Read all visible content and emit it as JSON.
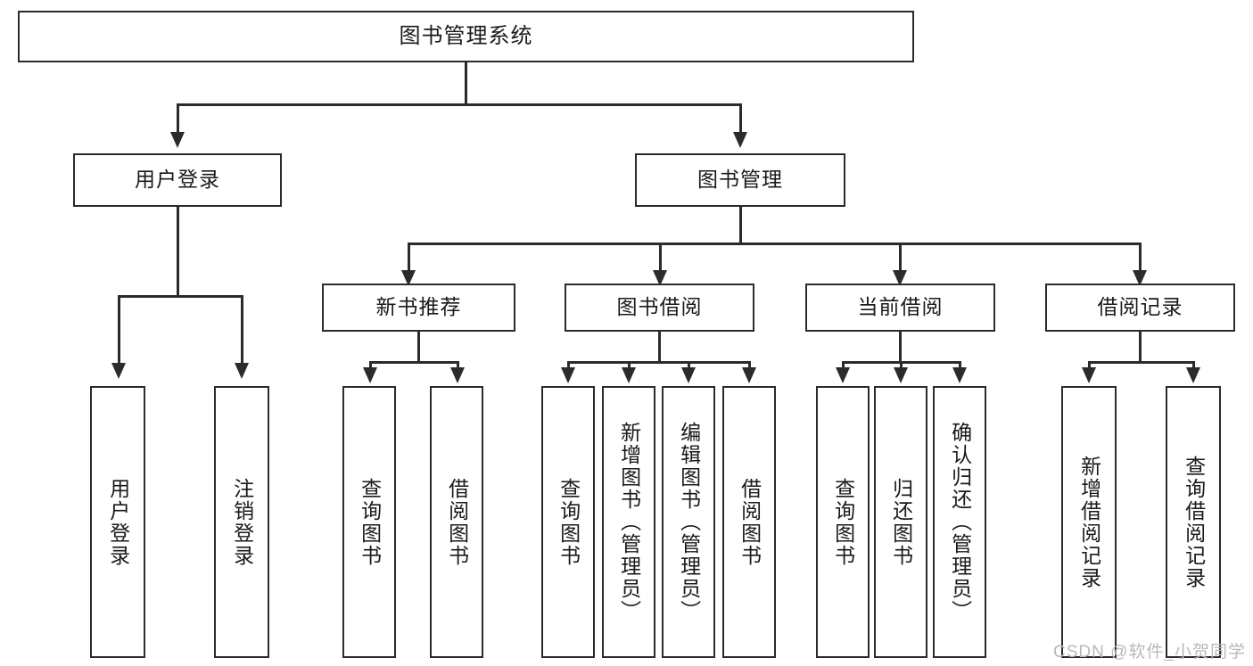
{
  "diagram": {
    "title": "图书管理系统",
    "watermark": "CSDN @软件_小贺同学",
    "levels": {
      "root": {
        "label": "图书管理系统"
      },
      "level1": [
        {
          "label": "用户登录"
        },
        {
          "label": "图书管理"
        }
      ],
      "level2": [
        {
          "label": "新书推荐"
        },
        {
          "label": "图书借阅"
        },
        {
          "label": "当前借阅"
        },
        {
          "label": "借阅记录"
        }
      ],
      "leaves": {
        "user_login": [
          {
            "label": "用户登录"
          },
          {
            "label": "注销登录"
          }
        ],
        "new_book_recommend": [
          {
            "label": "查询图书"
          },
          {
            "label": "借阅图书"
          }
        ],
        "book_borrow": [
          {
            "label": "查询图书"
          },
          {
            "label": "新增图书（管理员）"
          },
          {
            "label": "编辑图书（管理员）"
          },
          {
            "label": "借阅图书"
          }
        ],
        "current_borrow": [
          {
            "label": "查询图书"
          },
          {
            "label": "归还图书"
          },
          {
            "label": "确认归还（管理员）"
          }
        ],
        "borrow_record": [
          {
            "label": "新增借阅记录"
          },
          {
            "label": "查询借阅记录"
          }
        ]
      }
    },
    "colors": {
      "line": "#2b2b2b",
      "box_border": "#2b2b2b",
      "box_fill": "#ffffff",
      "text": "#1a1a1a",
      "watermark": "#b9b9b9"
    }
  }
}
